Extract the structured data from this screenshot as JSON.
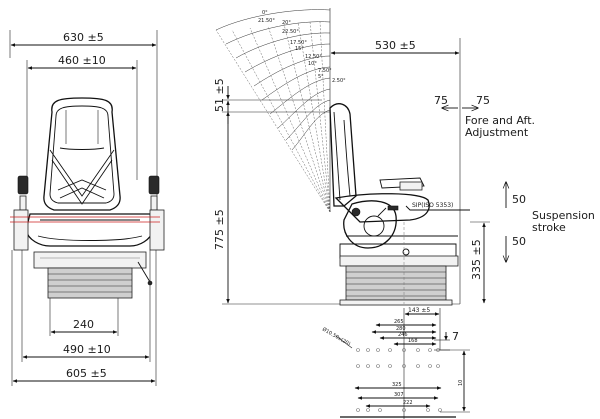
{
  "front_view": {
    "dim_overall_top": "630 ±5",
    "dim_backrest": "460 ±10",
    "dim_base": "240",
    "dim_lower": "490 ±10",
    "dim_bottom": "605 ±5"
  },
  "side_view": {
    "dim_height": "775 ±5",
    "dim_headrest": "51 ±5",
    "dim_depth": "530 ±5",
    "dim_suspension_height": "335 ±5",
    "sip_label": "SIP(ISO 5353)",
    "fore_aft_left": "75",
    "fore_aft_right": "75",
    "fore_aft_label_line1": "Fore and Aft.",
    "fore_aft_label_line2": "Adjustment",
    "suspension_up": "50",
    "suspension_down": "50",
    "suspension_label_line1": "Suspension",
    "suspension_label_line2": "stroke",
    "recline_angles": [
      "0°",
      "21.50°",
      "20°",
      "22.50°",
      "17.50°",
      "15°",
      "12.50°",
      "10°",
      "7.50°",
      "5°",
      "2.50°"
    ]
  },
  "base_plate": {
    "dim_offset": "143 ±5",
    "dim_265": "265",
    "dim_280": "280",
    "dim_246": "246",
    "dim_168": "168",
    "dim_7": "7",
    "hole_note": "Ø10.50x(20)",
    "dim_325": "325",
    "dim_307": "307",
    "dim_222": "222",
    "dim_side": "10"
  }
}
